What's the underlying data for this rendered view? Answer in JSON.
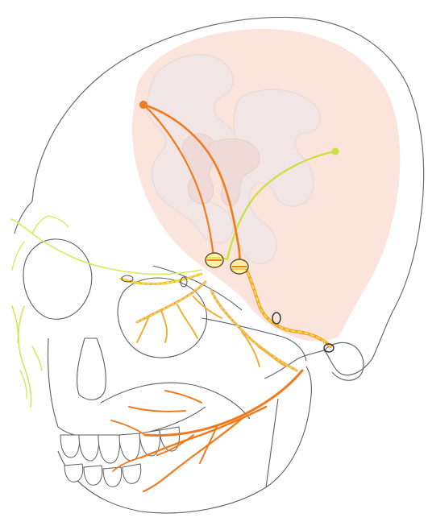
{
  "figure": {
    "subject": "",
    "colors": {
      "background": "#ffffff",
      "skull_outline": "#6b6b6b",
      "brain_fill": "#f6cfc1",
      "gray_matter": "#ead9d7",
      "motor_nerve": "#f07a1c",
      "sensory_nerve": "#c8e23c",
      "mixed_branch": "#f2c21c",
      "nerve_dash": "#f7e36a",
      "ganglion": "#fff3a8",
      "foramen_outline": "#333333"
    },
    "icons": {
      "motor_nucleus": "filled-circle",
      "sensory_nucleus": "filled-circle",
      "ganglion": "circle-with-bar",
      "foramen": "small-ellipse"
    }
  }
}
